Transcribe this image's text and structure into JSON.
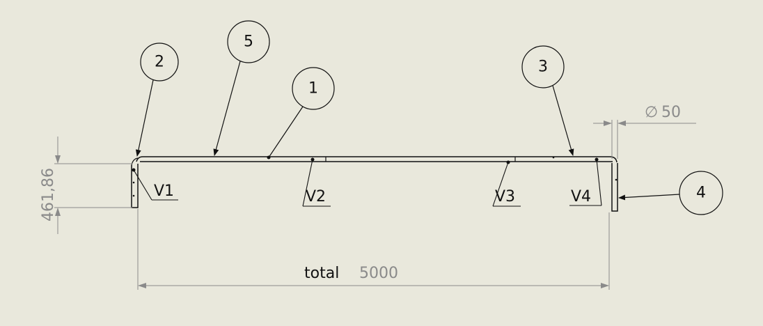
{
  "drawing": {
    "balloons": [
      {
        "id": "balloon-2",
        "label": "2"
      },
      {
        "id": "balloon-5",
        "label": "5"
      },
      {
        "id": "balloon-1",
        "label": "1"
      },
      {
        "id": "balloon-3",
        "label": "3"
      },
      {
        "id": "balloon-4",
        "label": "4"
      }
    ],
    "vertex_labels": [
      "V1",
      "V2",
      "V3",
      "V4"
    ],
    "dimensions": {
      "height": "461,86",
      "diameter_symbol": "∅",
      "diameter_value": "50",
      "total_prefix": "total",
      "total_value": "5000"
    },
    "colors": {
      "background": "#e9e8dc",
      "ink": "#111111",
      "dimension": "#8a8a8a"
    }
  }
}
